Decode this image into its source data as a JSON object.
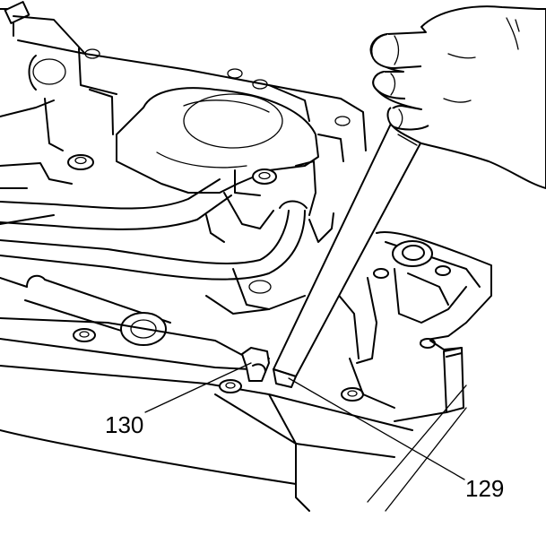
{
  "callouts": [
    {
      "id": "callout-130",
      "label": "130"
    },
    {
      "id": "callout-129",
      "label": "129"
    }
  ],
  "colors": {
    "line": "#000000",
    "background": "#ffffff"
  }
}
